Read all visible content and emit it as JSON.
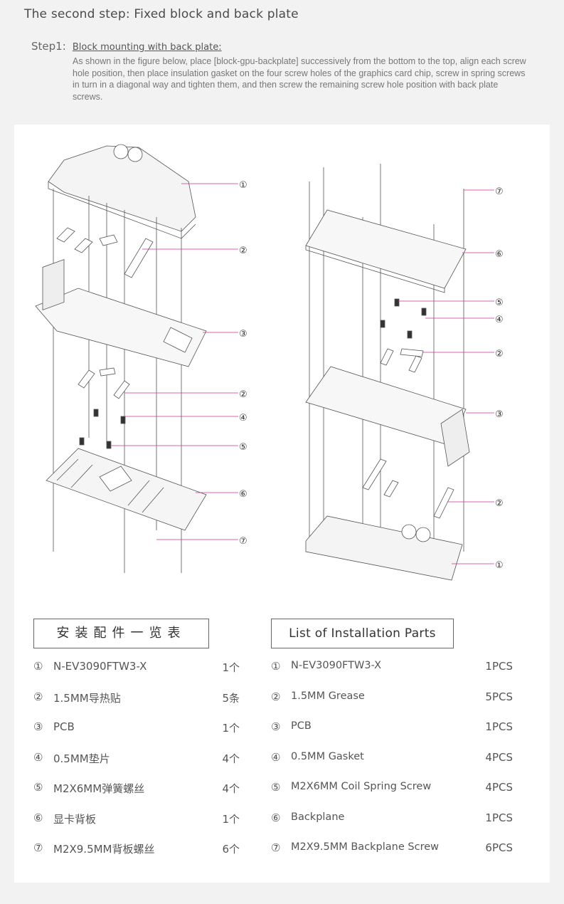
{
  "header": {
    "title": "The second step:  Fixed block and back plate"
  },
  "step": {
    "label": "Step1:",
    "heading": "Block mounting with back plate:",
    "body": "As shown in the figure below, place [block-gpu-backplate] successively from the bottom to the top, align each screw hole position, then place insulation gasket on the four screw holes of the graphics card chip, screw in spring screws in turn in a diagonal way and tighten them, and then screw the remaining screw hole position with back plate screws."
  },
  "diagram": {
    "left_callouts": [
      "①",
      "②",
      "③",
      "②",
      "④",
      "⑤",
      "⑥",
      "⑦"
    ],
    "right_callouts": [
      "⑦",
      "⑥",
      "⑤",
      "④",
      "②",
      "③",
      "②",
      "①"
    ],
    "leader_color": "#cc3399",
    "line_color": "#555555"
  },
  "parts_cn": {
    "title": "安装配件一览表",
    "items": [
      {
        "num": "①",
        "name": "N-EV3090FTW3-X",
        "qty": "1个"
      },
      {
        "num": "②",
        "name": "1.5MM导热贴",
        "qty": "5条"
      },
      {
        "num": "③",
        "name": "PCB",
        "qty": "1个"
      },
      {
        "num": "④",
        "name": "0.5MM垫片",
        "qty": "4个"
      },
      {
        "num": "⑤",
        "name": "M2X6MM弹簧螺丝",
        "qty": "4个"
      },
      {
        "num": "⑥",
        "name": "显卡背板",
        "qty": "1个"
      },
      {
        "num": "⑦",
        "name": "M2X9.5MM背板螺丝",
        "qty": "6个"
      }
    ]
  },
  "parts_en": {
    "title": "List of Installation Parts",
    "items": [
      {
        "num": "①",
        "name": "N-EV3090FTW3-X",
        "qty": "1PCS"
      },
      {
        "num": "②",
        "name": "1.5MM Grease",
        "qty": "5PCS"
      },
      {
        "num": "③",
        "name": "PCB",
        "qty": "1PCS"
      },
      {
        "num": "④",
        "name": "0.5MM  Gasket",
        "qty": "4PCS"
      },
      {
        "num": "⑤",
        "name": "M2X6MM Coil Spring Screw",
        "qty": "4PCS"
      },
      {
        "num": "⑥",
        "name": "Backplane",
        "qty": "1PCS"
      },
      {
        "num": "⑦",
        "name": "M2X9.5MM Backplane Screw",
        "qty": "6PCS"
      }
    ]
  }
}
